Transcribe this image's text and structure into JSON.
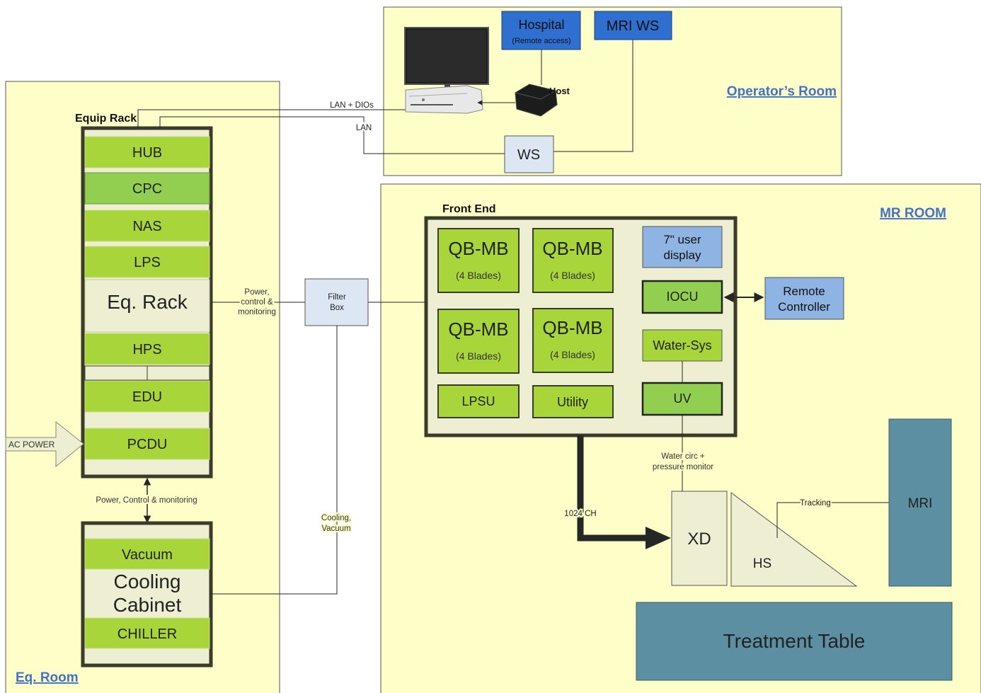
{
  "rooms": {
    "eq_room": "Eq. Room",
    "operators_room": "Operator’s Room",
    "mr_room": "MR ROOM"
  },
  "equip_rack": {
    "title": "Equip Rack",
    "modules": {
      "hub": "HUB",
      "cpc": "CPC",
      "nas": "NAS",
      "lps": "LPS",
      "eq_rack": "Eq. Rack",
      "hps": "HPS",
      "edu": "EDU",
      "pcdu": "PCDU"
    }
  },
  "cooling_cabinet": {
    "vacuum": "Vacuum",
    "title_line1": "Cooling",
    "title_line2": "Cabinet",
    "chiller": "CHILLER"
  },
  "ac_power": "AC POWER",
  "connections": {
    "power_control_monitoring_1": "Power,",
    "power_control_monitoring_2": "control &",
    "power_control_monitoring_3": "monitoring",
    "power_control_monitoring_rack": "Power, Control & monitoring",
    "cooling_vacuum_1": "Cooling,",
    "cooling_vacuum_2": "Vacuum",
    "lan_dios": "LAN + DIOs",
    "lan": "LAN",
    "channels": "1024 CH",
    "water_1": "Water circ +",
    "water_2": "pressure monitor",
    "tracking": "Tracking"
  },
  "filter_box": {
    "line1": "Filter",
    "line2": "Box"
  },
  "operators": {
    "hospital": "Hospital",
    "hospital_sub": "(Remote access)",
    "mri_ws": "MRI WS",
    "host": "Host",
    "ws": "WS"
  },
  "front_end": {
    "title": "Front End",
    "qb_label": "QB-MB",
    "qb_sub": "(4 Blades)",
    "lpsu": "LPSU",
    "utility": "Utility",
    "display_line1": "7\" user",
    "display_line2": "display",
    "iocu": "IOCU",
    "water_sys": "Water-Sys",
    "uv": "UV"
  },
  "remote_controller": {
    "line1": "Remote",
    "line2": "Controller"
  },
  "mr_devices": {
    "xd": "XD",
    "hs": "HS",
    "mri": "MRI",
    "treatment_table": "Treatment Table"
  },
  "colors": {
    "room_fill": "#fefec8",
    "rack_fill": "#eeeed2",
    "green_module": "#a8d53a",
    "cpc_green": "#92cf50",
    "blue_box": "#2e6fd0",
    "light_blue": "#8eb4e3",
    "teal": "#5b8fa1",
    "link_blue": "#4472c4",
    "dark": "#262626"
  }
}
